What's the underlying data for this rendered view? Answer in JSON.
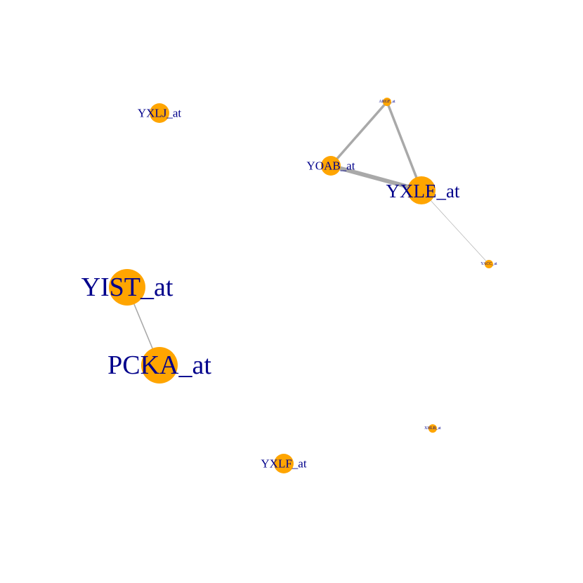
{
  "graph": {
    "colors": {
      "background": "#ffffff",
      "node_fill": "#ffa500",
      "label_color": "#00008b",
      "edge_color": "#a9a9a9"
    },
    "nodes": [
      {
        "id": "argf",
        "label": "ARGF_at",
        "size": "tiny"
      },
      {
        "id": "yxlj",
        "label": "YXLJ_at",
        "size": "small"
      },
      {
        "id": "yoab",
        "label": "YOAB_at",
        "size": "small"
      },
      {
        "id": "yxle",
        "label": "YXLE_at",
        "size": "large"
      },
      {
        "id": "yacc",
        "label": "YACC_at",
        "size": "tiny"
      },
      {
        "id": "yist",
        "label": "YIST_at",
        "size": "xlarge"
      },
      {
        "id": "pcka",
        "label": "PCKA_at",
        "size": "xlarge"
      },
      {
        "id": "xhlb",
        "label": "XHLB_at",
        "size": "tiny"
      },
      {
        "id": "yxlf",
        "label": "YXLF_at",
        "size": "small"
      }
    ],
    "edges": [
      {
        "source": "argf",
        "target": "yoab",
        "weight": "medium"
      },
      {
        "source": "argf",
        "target": "yxle",
        "weight": "medium"
      },
      {
        "source": "yoab",
        "target": "yxle",
        "weight": "heavy"
      },
      {
        "source": "yxle",
        "target": "yacc",
        "weight": "light"
      },
      {
        "source": "yist",
        "target": "pcka",
        "weight": "thin"
      }
    ]
  }
}
